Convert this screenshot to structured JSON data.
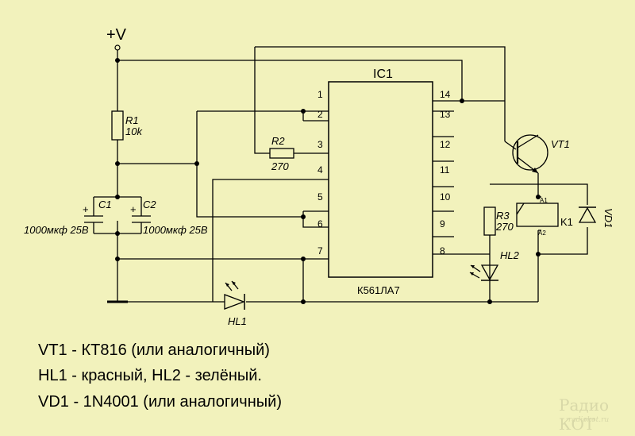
{
  "supply": "+V",
  "ic": {
    "ref": "IC1",
    "part": "К561ЛА7",
    "pins_left": [
      "1",
      "2",
      "3",
      "4",
      "5",
      "6",
      "7"
    ],
    "pins_right": [
      "14",
      "13",
      "12",
      "11",
      "10",
      "9",
      "8"
    ]
  },
  "parts": {
    "r1": {
      "ref": "R1",
      "value": "10k"
    },
    "r2": {
      "ref": "R2",
      "value": "270"
    },
    "r3": {
      "ref": "R3",
      "value": "270"
    },
    "c1": {
      "ref": "C1",
      "value": "1000мкф 25В"
    },
    "c2": {
      "ref": "C2",
      "value": "1000мкф 25В"
    },
    "vt1": {
      "ref": "VT1"
    },
    "k1": {
      "ref": "K1",
      "pin_a1": "A1",
      "pin_a2": "A2"
    },
    "vd1": {
      "ref": "VD1"
    },
    "hl1": {
      "ref": "HL1"
    },
    "hl2": {
      "ref": "HL2"
    },
    "plus": "+"
  },
  "notes": [
    "VT1 - КТ816 (или аналогичный)",
    "HL1 - красный, HL2 - зелёный.",
    "VD1 - 1N4001 (или аналогичный)"
  ],
  "watermark": {
    "title": "Радио КОТ",
    "url": "radiokot.ru"
  }
}
